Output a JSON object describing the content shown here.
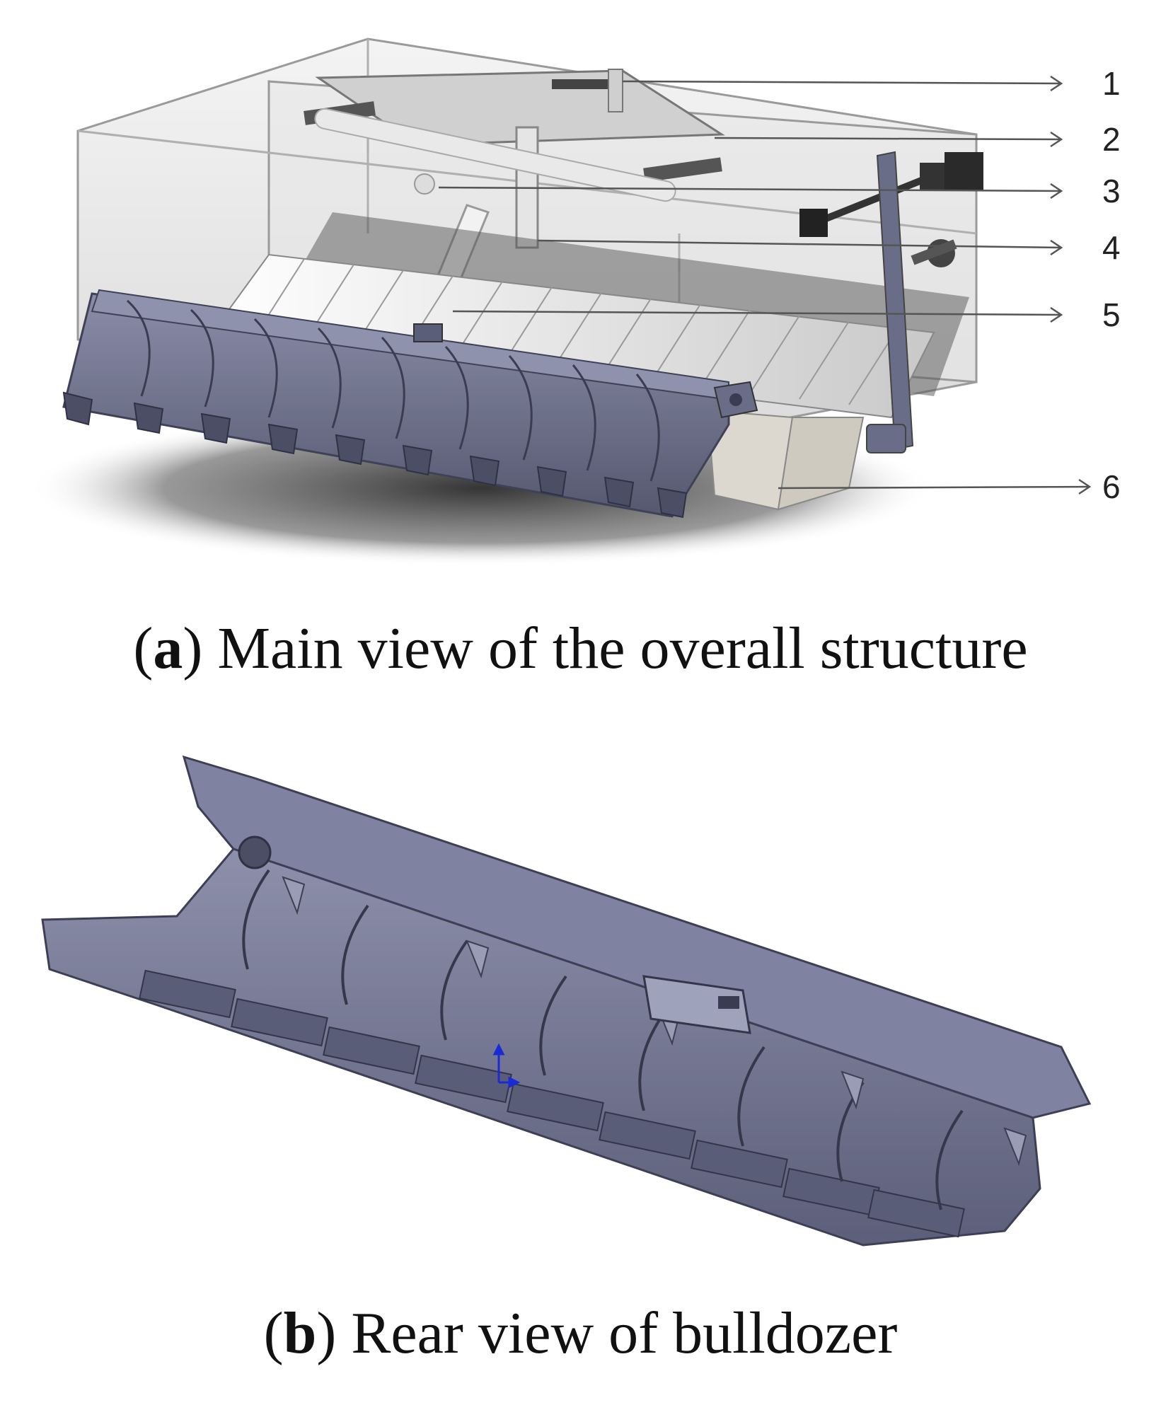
{
  "figure_a": {
    "callouts": [
      "1",
      "2",
      "3",
      "4",
      "5",
      "6"
    ],
    "caption": {
      "open": "(",
      "letter": "a",
      "close": ")",
      "text": " Main view of the overall structure"
    }
  },
  "figure_b": {
    "caption": {
      "open": "(",
      "letter": "b",
      "close": ")",
      "text": " Rear view of bulldozer"
    }
  },
  "colors": {
    "blade": "#6e7190",
    "blade_light": "#9a9cb6",
    "blade_dark": "#4f526c",
    "housing": "#d9d9d9",
    "ground_shadow": "#3a3a3a",
    "coordinate_triad": "#1a2bd6"
  }
}
